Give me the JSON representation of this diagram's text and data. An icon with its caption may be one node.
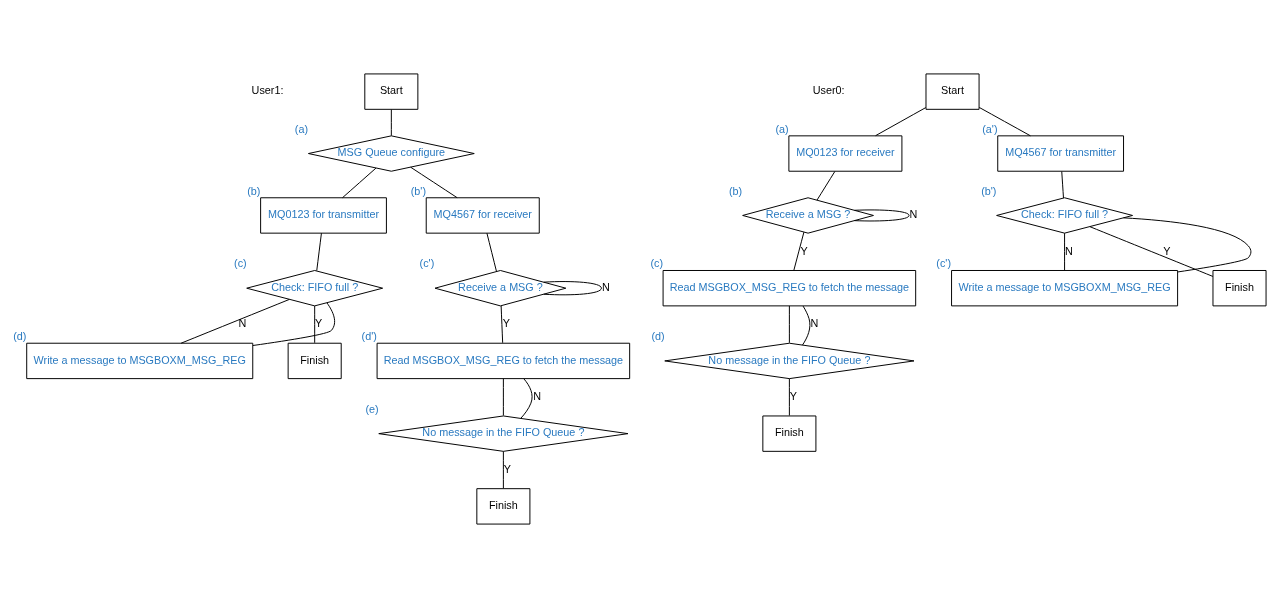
{
  "diagram": {
    "nodes": [
      {
        "text": [
          "Start"
        ]
      },
      {
        "text": [
          "MSG Queue configure"
        ],
        "beside": [
          "(a)"
        ]
      },
      {
        "text": [
          "MQ0123 for transmitter"
        ],
        "beside": [
          "(b)"
        ]
      },
      {
        "text": [
          "MQ4567 for receiver"
        ],
        "beside": [
          "(b')"
        ]
      },
      {
        "text": [
          "Check: FIFO full ?"
        ],
        "beside": [
          "(c)"
        ]
      },
      {
        "text": [
          "Write a message to MSGBOXM_MSG_REG"
        ],
        "beside": [
          "(d)"
        ]
      },
      {
        "text": [
          "Finish"
        ]
      },
      {
        "text": [
          "Receive a MSG ?"
        ],
        "beside": [
          "(c')"
        ]
      },
      {
        "text": [
          "Read MSGBOX_MSG_REG to fetch the message"
        ],
        "beside": [
          "(d')"
        ]
      },
      {
        "text": [
          "No message in the FIFO Queue ?"
        ],
        "beside": [
          "(e)"
        ]
      },
      {
        "text": [
          "Finish"
        ]
      },
      {
        "text": [
          "Start"
        ]
      },
      {
        "text": [
          "MQ0123 for receiver"
        ],
        "beside": [
          "(a)"
        ]
      },
      {
        "text": [
          "MQ4567 for transmitter"
        ],
        "beside": [
          "(a')"
        ]
      },
      {
        "text": [
          "Receive a MSG ?"
        ],
        "beside": [
          "(b)"
        ]
      },
      {
        "text": [
          "Read MSGBOX_MSG_REG to fetch the message"
        ],
        "beside": [
          "(c)"
        ]
      },
      {
        "text": [
          "No message in the FIFO Queue ?"
        ],
        "beside": [
          "(d)"
        ]
      },
      {
        "text": [
          "Finish"
        ]
      },
      {
        "text": [
          "Check: FIFO full ?"
        ],
        "beside": [
          "(b')"
        ]
      },
      {
        "text": [
          "Write a message to MSGBOXM_MSG_REG"
        ],
        "beside": [
          "(c')"
        ]
      },
      {
        "text": [
          "Finish"
        ]
      }
    ],
    "edges": [
      {
        "from": 0,
        "to": 1,
        "arrow": "none"
      },
      {
        "from": 1,
        "to": 2,
        "arrow": "none"
      },
      {
        "from": 1,
        "to": 3,
        "arrow": "none"
      },
      {
        "from": 2,
        "to": 4,
        "arrow": "none"
      },
      {
        "from": 4,
        "to": 6,
        "label": "Y",
        "arrow": "none"
      },
      {
        "from": 4,
        "to": 5,
        "label": "N",
        "arrow": "none"
      },
      {
        "from": 5,
        "to": 4,
        "arrow": "none"
      },
      {
        "from": 3,
        "to": 7,
        "arrow": "none"
      },
      {
        "from": 7,
        "to": 7,
        "label": "N",
        "arrow": "none"
      },
      {
        "from": 7,
        "to": 8,
        "label": "Y",
        "arrow": "none"
      },
      {
        "from": 8,
        "to": 9,
        "arrow": "none"
      },
      {
        "from": 9,
        "to": 8,
        "label": "N",
        "arrow": "none"
      },
      {
        "from": 9,
        "to": 10,
        "label": "Y",
        "arrow": "none"
      },
      {
        "from": 11,
        "to": 12,
        "arrow": "none"
      },
      {
        "from": 11,
        "to": 13,
        "arrow": "none"
      },
      {
        "from": 12,
        "to": 14,
        "arrow": "none"
      },
      {
        "from": 14,
        "to": 14,
        "label": "N",
        "arrow": "none"
      },
      {
        "from": 14,
        "to": 15,
        "label": "Y",
        "arrow": "none"
      },
      {
        "from": 15,
        "to": 16,
        "arrow": "none"
      },
      {
        "from": 16,
        "to": 15,
        "label": "N",
        "arrow": "none"
      },
      {
        "from": 16,
        "to": 17,
        "label": "Y",
        "arrow": "none"
      },
      {
        "from": 13,
        "to": 18,
        "arrow": "none"
      },
      {
        "from": 18,
        "to": 20,
        "label": "Y",
        "arrow": "none"
      },
      {
        "from": 18,
        "to": 19,
        "label": "N",
        "arrow": "none"
      },
      {
        "from": 19,
        "to": 18,
        "arrow": "none"
      }
    ],
    "labels": [
      "User1:",
      "User0:"
    ]
  }
}
